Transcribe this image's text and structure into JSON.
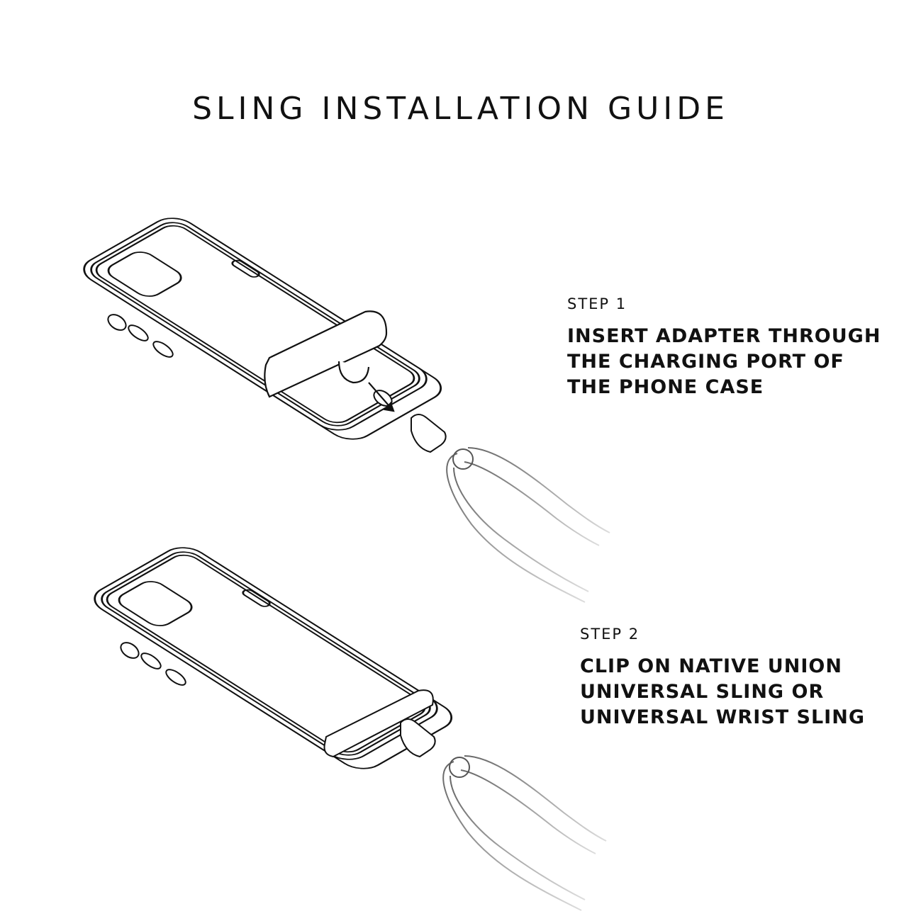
{
  "title": "SLING INSTALLATION GUIDE",
  "steps": [
    {
      "label": "STEP 1",
      "text": "INSERT ADAPTER THROUGH\nTHE CHARGING PORT OF\nTHE PHONE CASE"
    },
    {
      "label": "STEP 2",
      "text": "CLIP ON NATIVE UNION\nUNIVERSAL SLING OR\nUNIVERSAL WRIST SLING"
    }
  ],
  "colors": {
    "ink": "#111111",
    "sling": "#9a9a9a"
  }
}
